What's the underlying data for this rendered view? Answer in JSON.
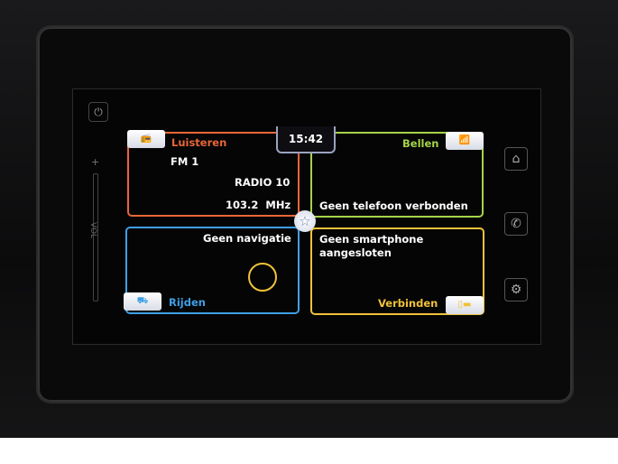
{
  "clock": "15:42",
  "listen": {
    "title": "Luisteren",
    "band": "FM 1",
    "station": "RADIO 10",
    "frequency": "103.2  MHz",
    "icon": "radio-icon"
  },
  "call": {
    "title": "Bellen",
    "status": "Geen telefoon verbonden",
    "icon": "phone-signal-icon"
  },
  "drive": {
    "title": "Rijden",
    "status": "Geen navigatie",
    "icon": "road-icon"
  },
  "connect": {
    "title": "Verbinden",
    "status_line1": "Geen smartphone",
    "status_line2": "aangesloten",
    "icon": "smartphone-icon"
  },
  "volume": {
    "label": "VOL",
    "plus": "+",
    "minus": "−"
  },
  "side_buttons": [
    "home",
    "phone",
    "settings"
  ],
  "colors": {
    "listen": "#e8663a",
    "call": "#a6d34a",
    "drive": "#3f9fe6",
    "connect": "#f0c23a"
  }
}
